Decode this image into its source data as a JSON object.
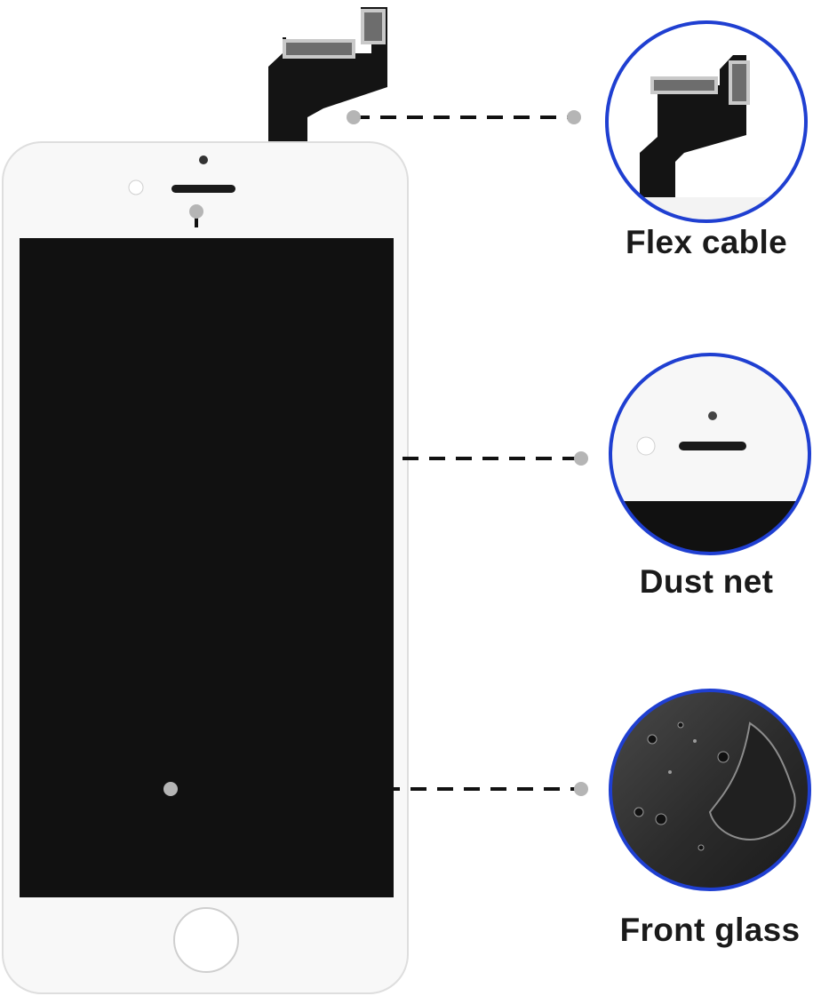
{
  "callouts": [
    {
      "id": "flex",
      "label": "Flex cable",
      "detail_icon": "flex-cable-closeup"
    },
    {
      "id": "dust",
      "label": "Dust net",
      "detail_icon": "earpiece-dust-net-closeup"
    },
    {
      "id": "glass",
      "label": "Front glass",
      "detail_icon": "front-glass-water-drops-closeup"
    }
  ],
  "colors": {
    "circle_border": "#1f3fd1",
    "frame": "#f7f7f7",
    "screen": "#111111",
    "marker_dot": "#b5b5b5",
    "dash_line": "#111111"
  }
}
